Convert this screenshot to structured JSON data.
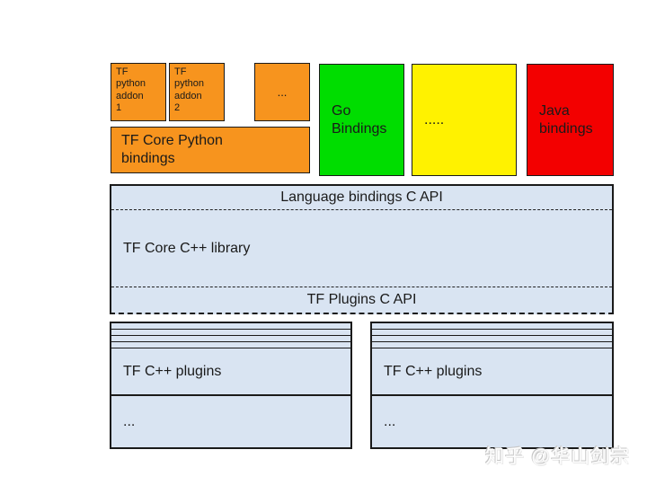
{
  "colors": {
    "orange": "#F7941E",
    "green": "#00DD00",
    "yellow": "#FFF200",
    "red": "#F30000",
    "lightblue": "#D9E4F2"
  },
  "bindings_row": {
    "addon1": "TF python addon 1",
    "addon2": "TF python addon 2",
    "addon_more": "...",
    "core_python": "TF Core Python bindings",
    "go": "Go Bindings",
    "other_dots": ".....",
    "java": "Java bindings"
  },
  "core": {
    "language_api": "Language bindings C API",
    "cpp_library": "TF Core C++ library",
    "plugins_api": "TF Plugins C API"
  },
  "plugins": {
    "left": {
      "label": "TF C++ plugins",
      "more": "..."
    },
    "right": {
      "label": "TF C++ plugins",
      "more": "..."
    }
  },
  "watermark": "知乎 @华山剑宗"
}
